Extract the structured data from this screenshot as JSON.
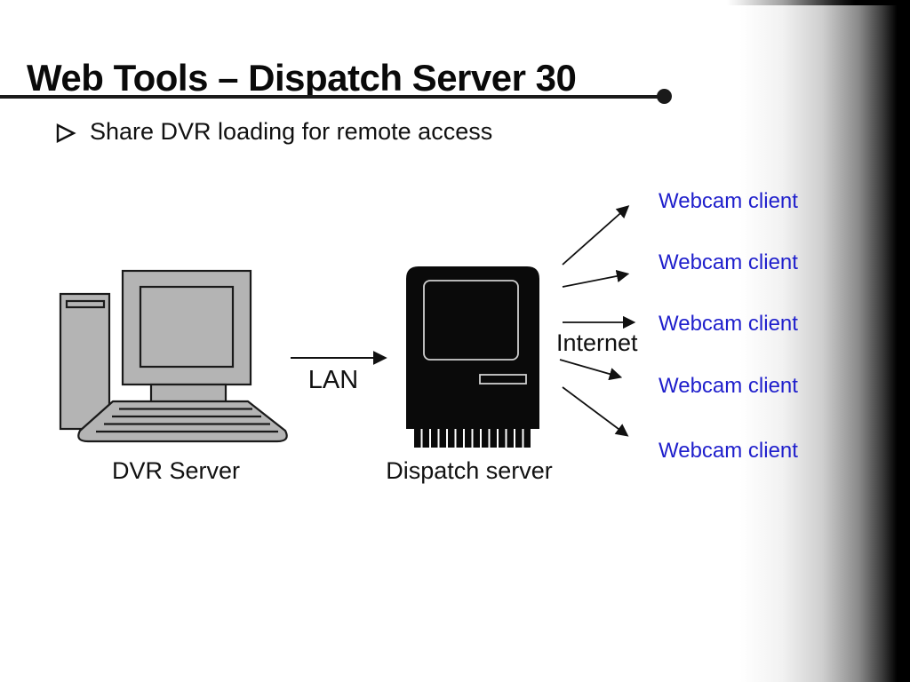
{
  "slide": {
    "title": "Web Tools – Dispatch Server 30",
    "bullet": {
      "icon": "three-d-rightwards-arrowhead",
      "text": "Share DVR loading for remote access"
    },
    "diagram": {
      "dvr_server_label": "DVR Server",
      "dispatch_server_label": "Dispatch server",
      "lan_label": "LAN",
      "internet_label": "Internet",
      "webcam_clients": [
        {
          "label": "Webcam client"
        },
        {
          "label": "Webcam client"
        },
        {
          "label": "Webcam client"
        },
        {
          "label": "Webcam client"
        },
        {
          "label": "Webcam client"
        }
      ]
    },
    "colors": {
      "client_text": "#1f1fcc",
      "accent_line": "#1a1a1a",
      "computer_gray": "#b4b4b4",
      "dispatch_black": "#0a0a0a",
      "gradient_edge": "#000000"
    }
  }
}
